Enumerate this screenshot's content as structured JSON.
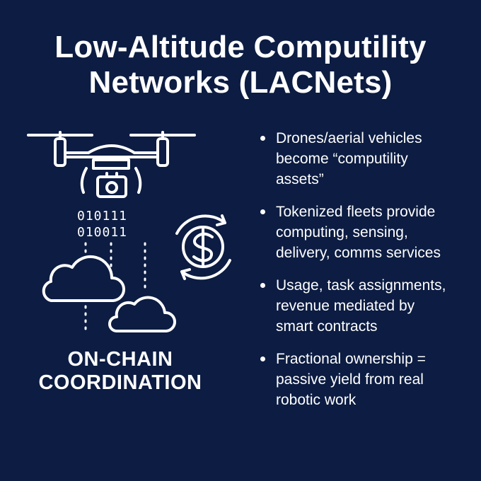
{
  "title": {
    "line1": "Low-Altitude Computility",
    "line2": "Networks (LACNets)"
  },
  "illustration": {
    "binary_line1": "010111",
    "binary_line2": "010011",
    "icons": [
      "drone-icon",
      "camera-icon",
      "cloud-icon",
      "dollar-cycle-icon"
    ]
  },
  "caption": {
    "line1": "ON-CHAIN",
    "line2": "COORDINATION"
  },
  "bullets": [
    {
      "line1": "Drones/aerial vehicles",
      "line2": "become “computility",
      "line3": "assets”"
    },
    {
      "line1": "Tokenized fleets provide",
      "line2": "computing, sensing,",
      "line3": "delivery, comms services"
    },
    {
      "line1": "Usage, task assignments,",
      "line2": "revenue mediated by",
      "line3": "smart contracts"
    },
    {
      "line1": "Fractional ownership =",
      "line2": "passive yield from real",
      "line3": "robotic work"
    }
  ],
  "colors": {
    "background": "#0c1c42",
    "foreground": "#ffffff"
  }
}
